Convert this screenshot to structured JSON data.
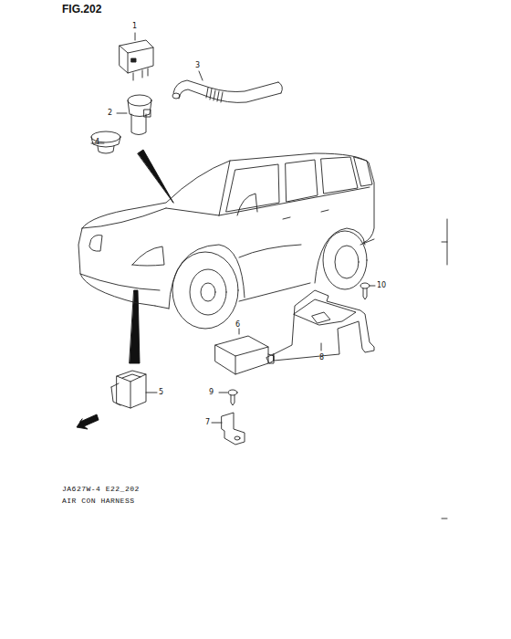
{
  "diagram": {
    "title": "FIG.202",
    "labels": [
      "1",
      "2",
      "3",
      "4",
      "5",
      "6",
      "7",
      "8",
      "9",
      "10",
      "JA627W-4 E22_202",
      "AIR CON HARNESS"
    ]
  }
}
